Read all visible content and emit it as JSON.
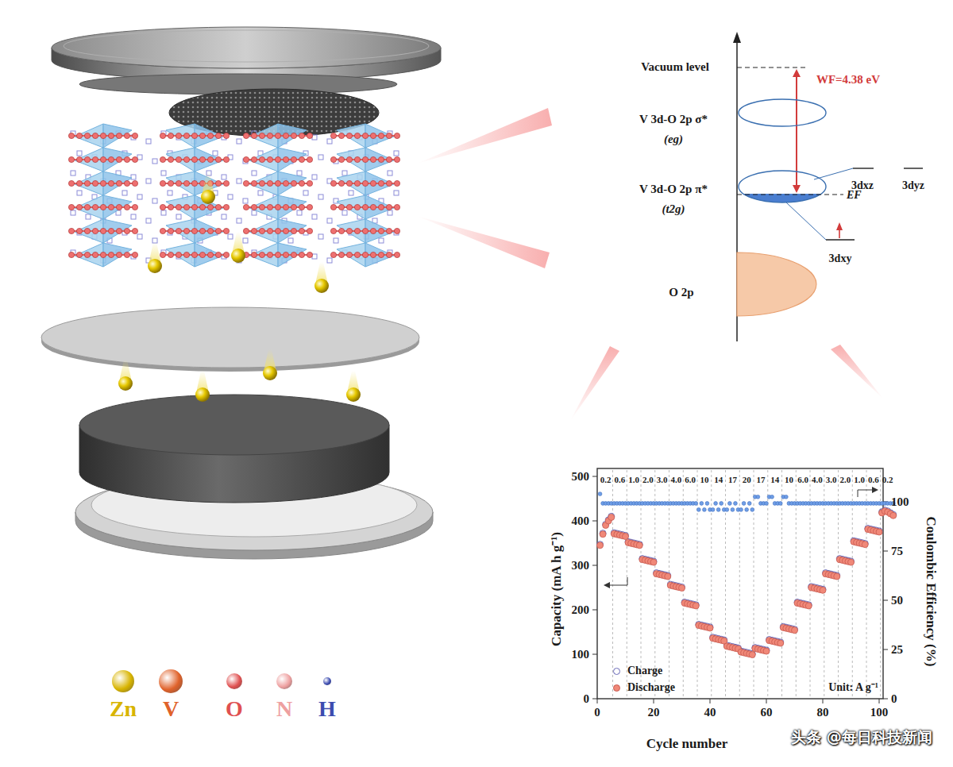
{
  "diagram": {
    "labels": [
      "Vacuum level",
      "WF=4.38 eV",
      "V 3d-O 2p σ*",
      "(eg)",
      "3dxz",
      "3dyz",
      "V 3d-O 2p π*",
      "(t2g)",
      "EF",
      "3dxy",
      "O 2p",
      "0.2",
      "0.6",
      "1.0",
      "2.0",
      "3.0",
      "4.0",
      "6.0",
      "10",
      "14",
      "17",
      "20",
      "17",
      "14",
      "10",
      "6.0",
      "4.0",
      "3.0",
      "2.0",
      "1.0",
      "0.6",
      "0.2",
      "Unit: A g⁻¹",
      "0",
      "100",
      "200",
      "300",
      "400",
      "500",
      "0",
      "20",
      "40",
      "60",
      "80",
      "100",
      "0",
      "25",
      "50",
      "75",
      "100",
      "Capacity (mA h g⁻¹)",
      "Coulombic Efficiency (%)",
      "Cycle number",
      "头条 @每日科技新闻"
    ],
    "legend": [
      {
        "text": "Zn",
        "color": "#d8b400"
      },
      {
        "text": "V",
        "color": "#e0622a"
      },
      {
        "text": "O",
        "color": "#e05050"
      },
      {
        "text": "N",
        "color": "#eea0a0"
      },
      {
        "text": "H",
        "color": "#3c4cb0"
      },
      {
        "text": "Charge"
      },
      {
        "text": "Discharge",
        "color": "#f08878"
      }
    ]
  }
}
